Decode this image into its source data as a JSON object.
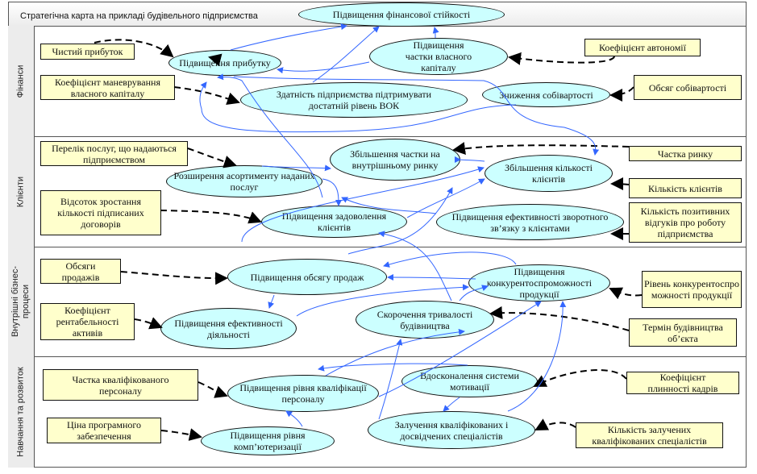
{
  "title": "Стратегічна карта на прикладі будівельного підприємства",
  "lanes": {
    "finance": "Фінанси",
    "clients": "Клієнти",
    "processes": "Внутрішні бізнес-процеси",
    "learning": "Навчання та розвиток"
  },
  "goals": {
    "fin_stability": "Підвищення фінансової стійкості",
    "profit": "Підвищення прибутку",
    "equity_share": "Підвищення частки власного капіталу",
    "wok": "Здатність підприємства підтримувати достатній рівень ВОК",
    "cost_reduction": "Зниження собівартості",
    "market_share": "Збільшення частки на внутрішньому ринку",
    "assortment": "Розширення асортименту наданих послуг",
    "client_count": "Збільшення кількості клієнтів",
    "satisfaction": "Підвищення задоволення клієнтів",
    "feedback": "Підвищення ефективності зворотного зв’язку з клієнтами",
    "sales": "Підвищення обсягу продаж",
    "competitiveness": "Підвищення конкурентоспроможності продукції",
    "efficiency": "Підвищення ефективності діяльності",
    "build_time": "Скорочення тривалості будівництва",
    "qualification": "Підвищення рівня кваліфікації персоналу",
    "motivation": "Вдосконалення системи мотивації",
    "computerization": "Підвищення рівня комп’ютеризації",
    "specialists": "Залучення кваліфікованих і досвідчених спеціалістів"
  },
  "indicators": {
    "net_profit": "Чистий прибуток",
    "maneuver": "Коефіцієнт маневрування власного капіталу",
    "autonomy": "Коефіцієнт автономії",
    "cost_volume": "Обсяг собівартості",
    "services_list": "Перелік послуг, що надаються підприємством",
    "contracts_growth": "Відсоток зростання кількості підписаних договорів",
    "market_share": "Частка ринку",
    "clients": "Кількість клієнтів",
    "reviews": "Кількість позитивних відгуків про роботу підприємства",
    "sales_volume": "Обсяги продажів",
    "roa": "Коефіцієнт рентабельності активів",
    "competitiveness_level": "Рівень конкурентоспроможності продукції",
    "build_term": "Термін будівництва об’єкта",
    "qualified_share": "Частка кваліфікованого персоналу",
    "software_price": "Ціна програмного забезпечення",
    "turnover": "Коефіцієнт плинності кадрів",
    "hired_specialists": "Кількість залучених кваліфікованих спеціалістів"
  },
  "colors": {
    "goal_fill": "#ccffff",
    "indicator_fill": "#ffffcc",
    "link": "#3366ff",
    "dashed": "#000000"
  }
}
